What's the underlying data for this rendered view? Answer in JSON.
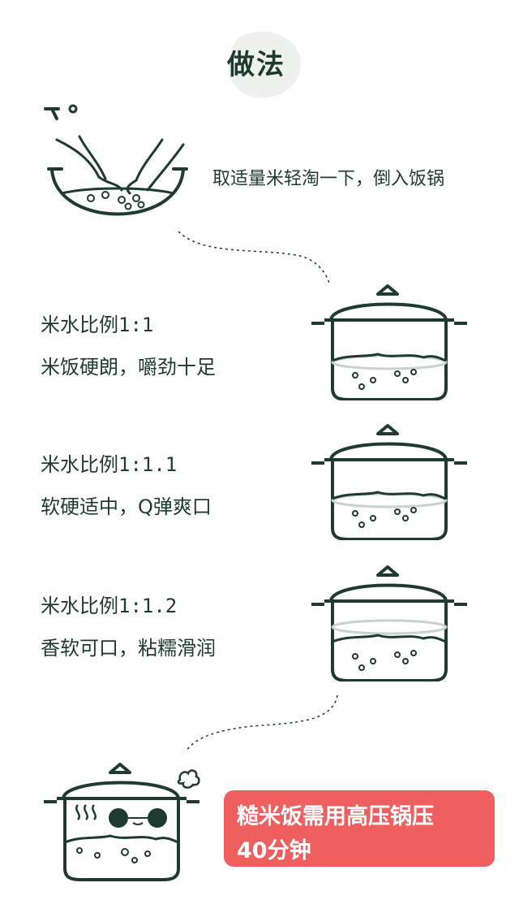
{
  "title": "做法",
  "steps": [
    {
      "text": "取适量米轻淘一下，倒入饭锅"
    },
    {
      "ratio": "米水比例1:1",
      "desc": "米饭硬朗，嚼劲十足"
    },
    {
      "ratio": "米水比例1:1.1",
      "desc": "软硬适中，Q弹爽口"
    },
    {
      "ratio": "米水比例1:1.2",
      "desc": "香软可口，粘糯滑润"
    }
  ],
  "note": {
    "line1": "糙米饭需用高压锅压",
    "line2": "40分钟"
  },
  "colors": {
    "ink": "#1f3a2f",
    "highlight": "#ef5f5f",
    "pale": "#eef2ee",
    "dots": "#bcd2c6"
  },
  "icons": [
    "bowl-washing-hands-icon",
    "pot-icon",
    "pressure-cooker-face-icon",
    "steam-icon"
  ]
}
